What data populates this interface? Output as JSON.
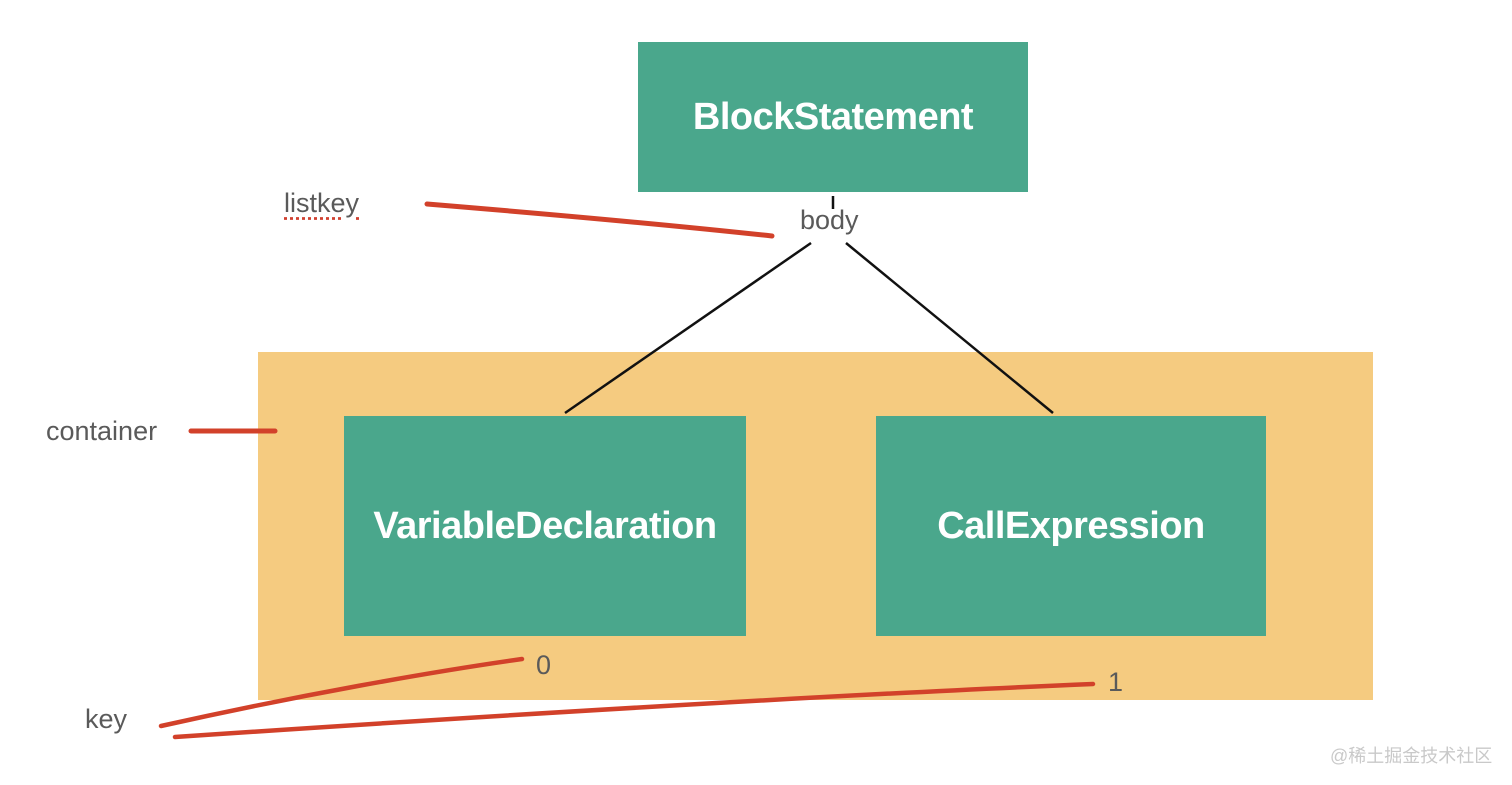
{
  "nodes": {
    "root": "BlockStatement",
    "left_child": "VariableDeclaration",
    "right_child": "CallExpression"
  },
  "edge_labels": {
    "body": "body",
    "index_0": "0",
    "index_1": "1"
  },
  "annotations": {
    "listkey": "listkey",
    "container": "container",
    "key": "key"
  },
  "watermark": "@稀土掘金技术社区",
  "colors": {
    "node_fill": "#4aa78c",
    "container_fill": "#f5cb80",
    "annotation_stroke": "#d2412a",
    "edge_stroke": "#111111",
    "label_text": "#5a5a5a"
  }
}
